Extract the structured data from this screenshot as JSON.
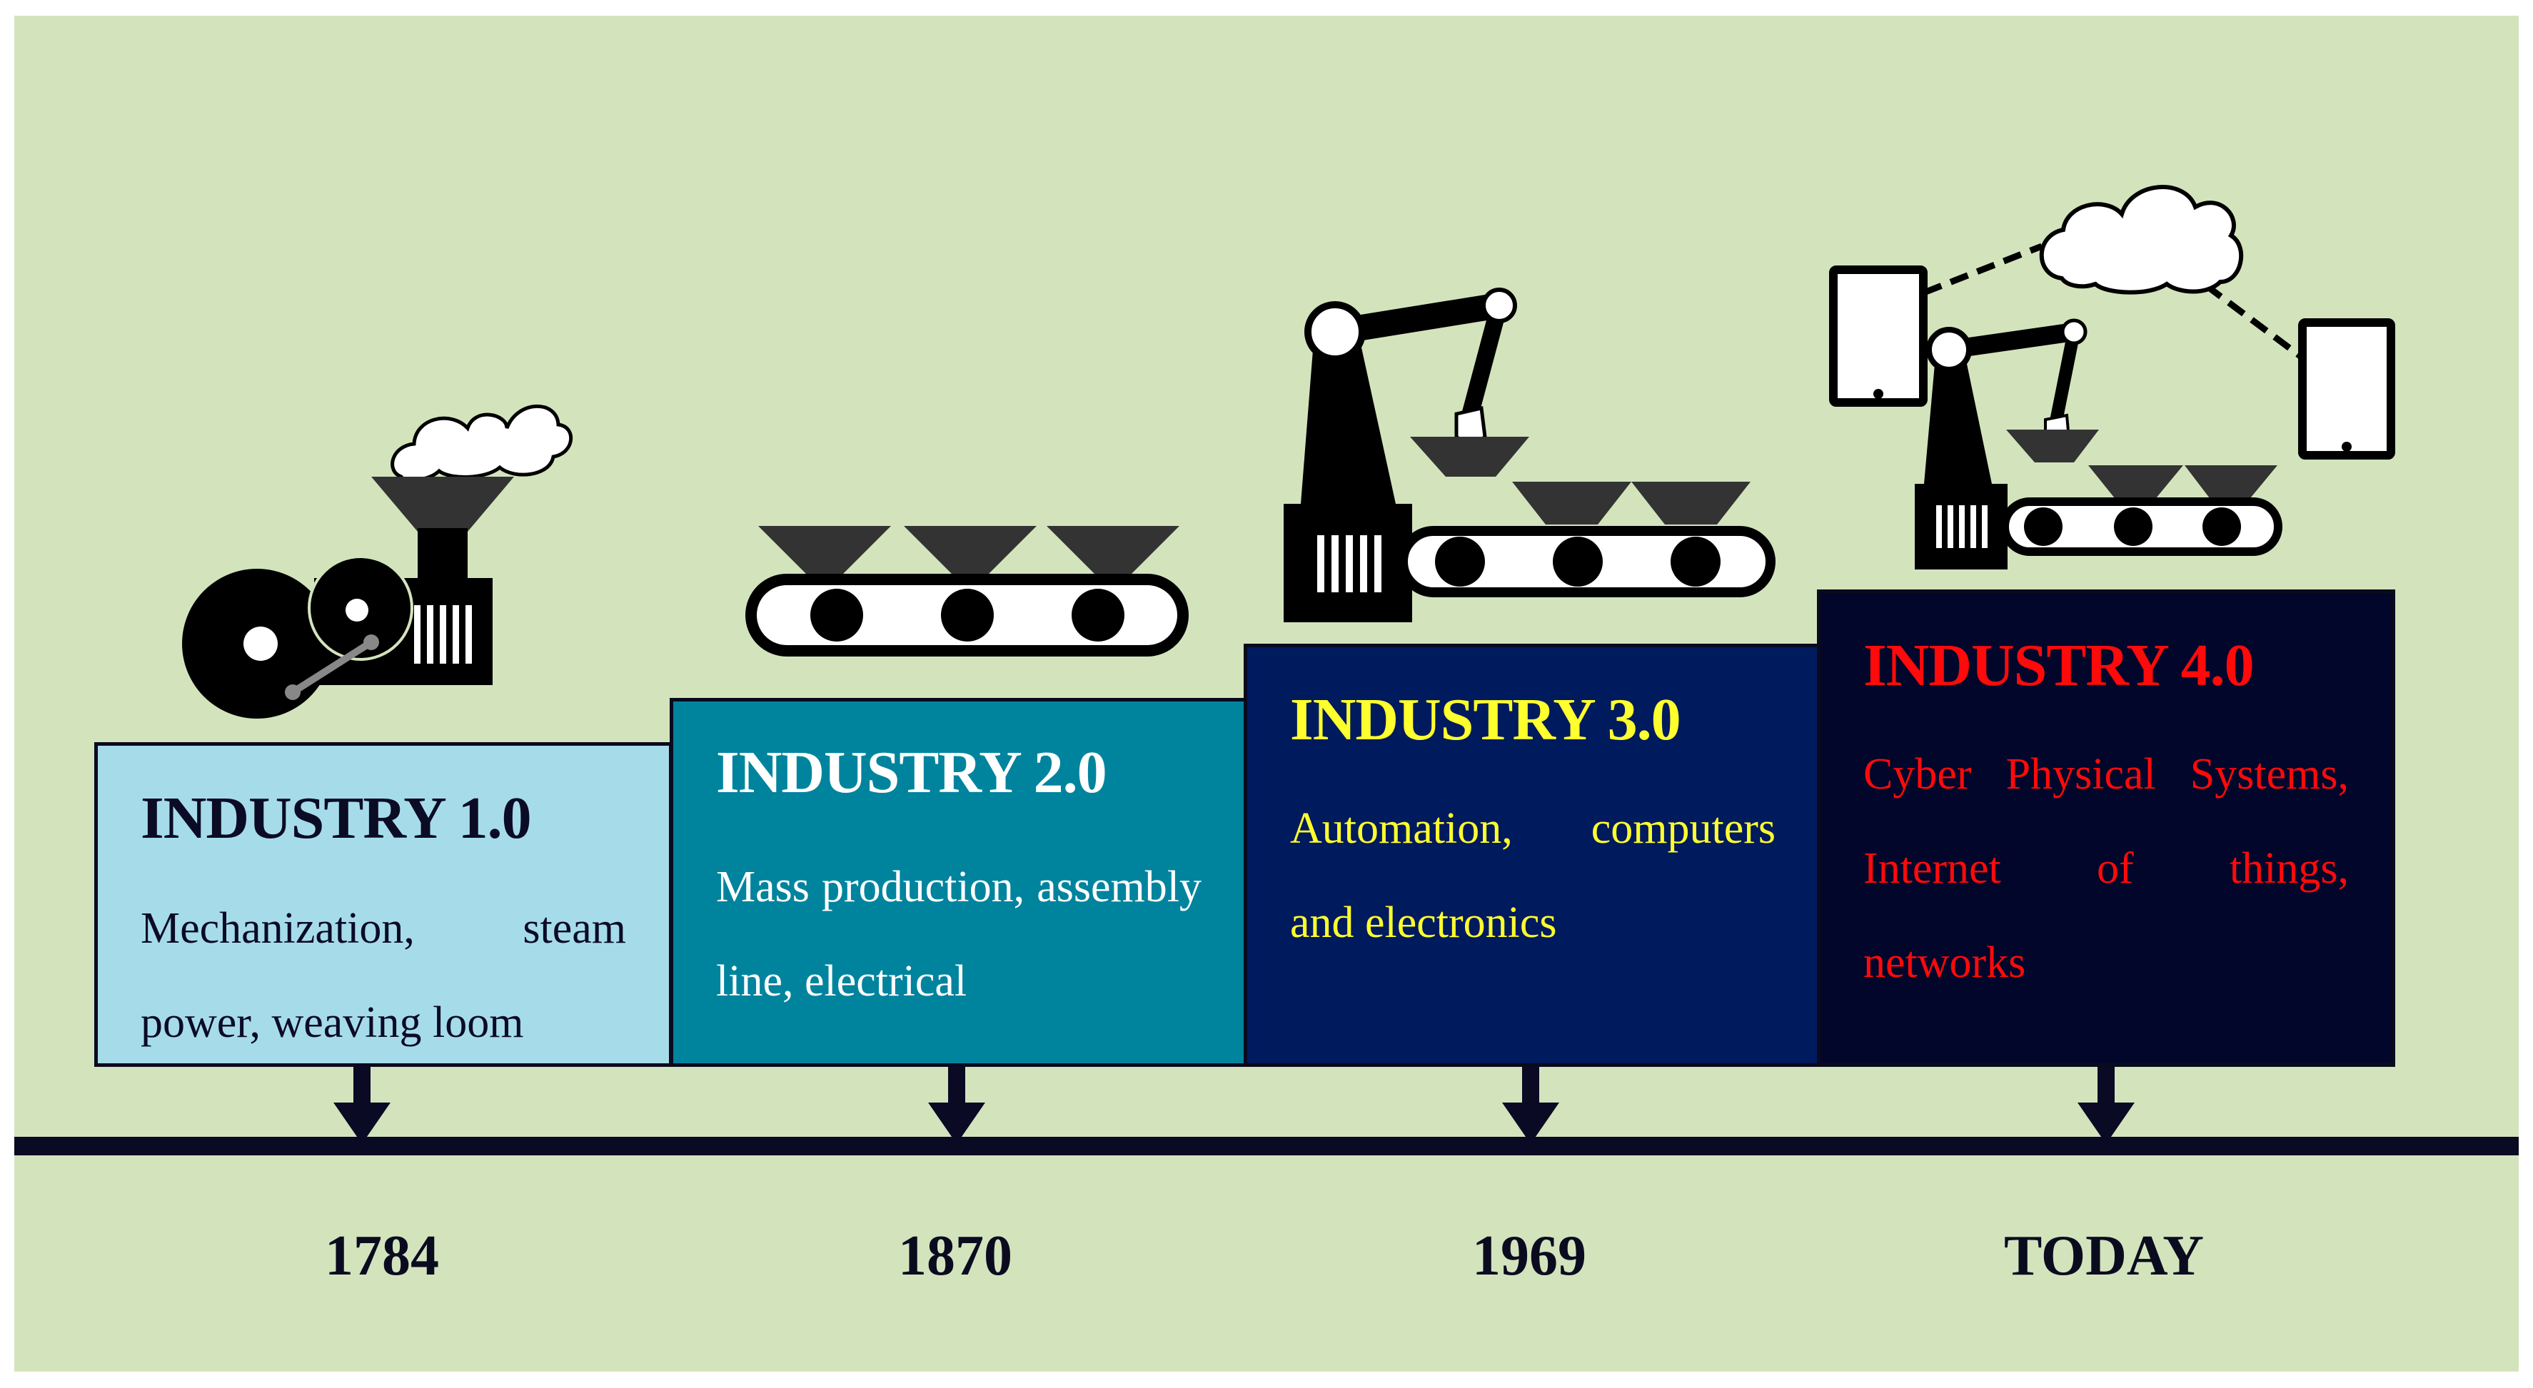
{
  "stages": [
    {
      "title": "INDUSTRY 1.0",
      "description": "Mechanization, steam power, weaving loom",
      "year": "1784",
      "icon": "factory-steam-icon",
      "colors": {
        "box": "#a6dce9",
        "text": "#0b0b26"
      }
    },
    {
      "title": "INDUSTRY 2.0",
      "description": "Mass production, assembly line, electrical",
      "year": "1870",
      "icon": "conveyor-belt-icon",
      "colors": {
        "box": "#00849e",
        "text": "#ffffff"
      }
    },
    {
      "title": "INDUSTRY 3.0",
      "description": "Automation, computers and electronics",
      "year": "1969",
      "icon": "robot-arm-icon",
      "colors": {
        "box": "#001a5e",
        "text": "#ffff2e"
      }
    },
    {
      "title": "INDUSTRY 4.0",
      "description": "Cyber Physical Systems, Internet of things, networks",
      "year": "TODAY",
      "icon": "connected-robot-cloud-icon",
      "colors": {
        "box": "#02062a",
        "text": "#ff0a0a"
      }
    }
  ],
  "colors": {
    "background": "#d3e4bd",
    "timeline": "#0a0a24",
    "icon": "#000000",
    "icon_dark": "#333333"
  }
}
